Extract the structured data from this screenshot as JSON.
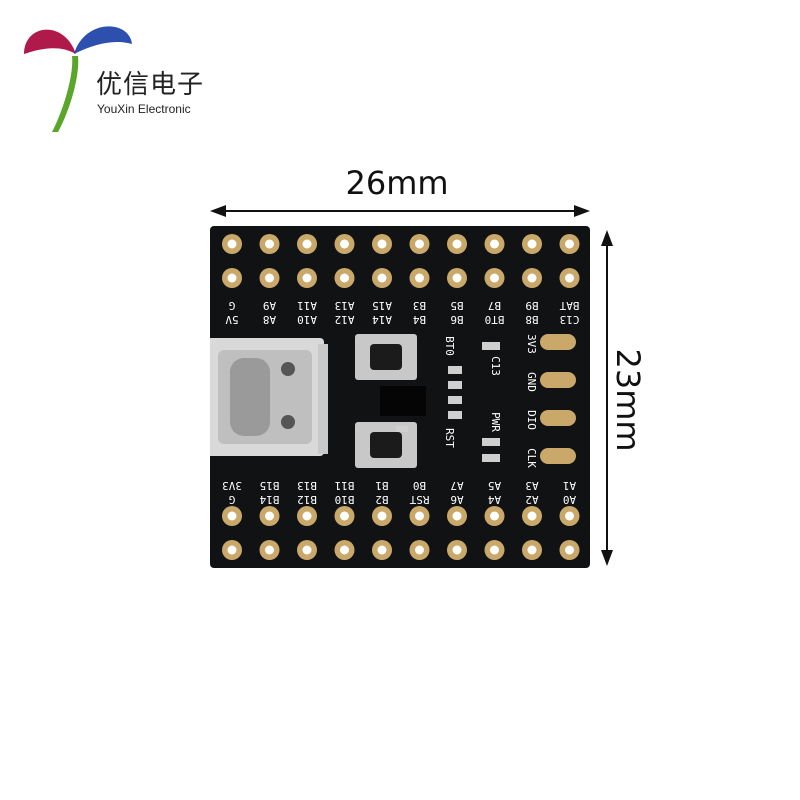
{
  "brand": {
    "name_cn": "优信电子",
    "name_en": "YouXin Electronic",
    "colors": {
      "leaf_red": "#b01a4a",
      "leaf_blue": "#2d4fae",
      "stem_green": "#5aa62a"
    }
  },
  "dimensions": {
    "width_label": "26mm",
    "height_label": "23mm"
  },
  "board": {
    "color": "#111214",
    "pad_color": "#c9a86a",
    "top_labels": [
      "G",
      "A9",
      "A11",
      "A13",
      "A15",
      "B3",
      "B5",
      "B7",
      "B9",
      "BAT"
    ],
    "top_labels_row2": [
      "5V",
      "A8",
      "A10",
      "A12",
      "A14",
      "B4",
      "B6",
      "BT0",
      "B8",
      "C13"
    ],
    "bottom_labels": [
      "3V3",
      "B15",
      "B13",
      "B11",
      "B1",
      "B0",
      "A7",
      "A5",
      "A3",
      "A1"
    ],
    "bottom_labels_row2": [
      "G",
      "B14",
      "B12",
      "B10",
      "B2",
      "RST",
      "A6",
      "A4",
      "A2",
      "A0"
    ],
    "side_labels": [
      "3V3",
      "GND",
      "DIO",
      "CLK"
    ],
    "button_labels": [
      "BT0",
      "RST"
    ],
    "led_labels": [
      "C13",
      "PWR"
    ]
  }
}
